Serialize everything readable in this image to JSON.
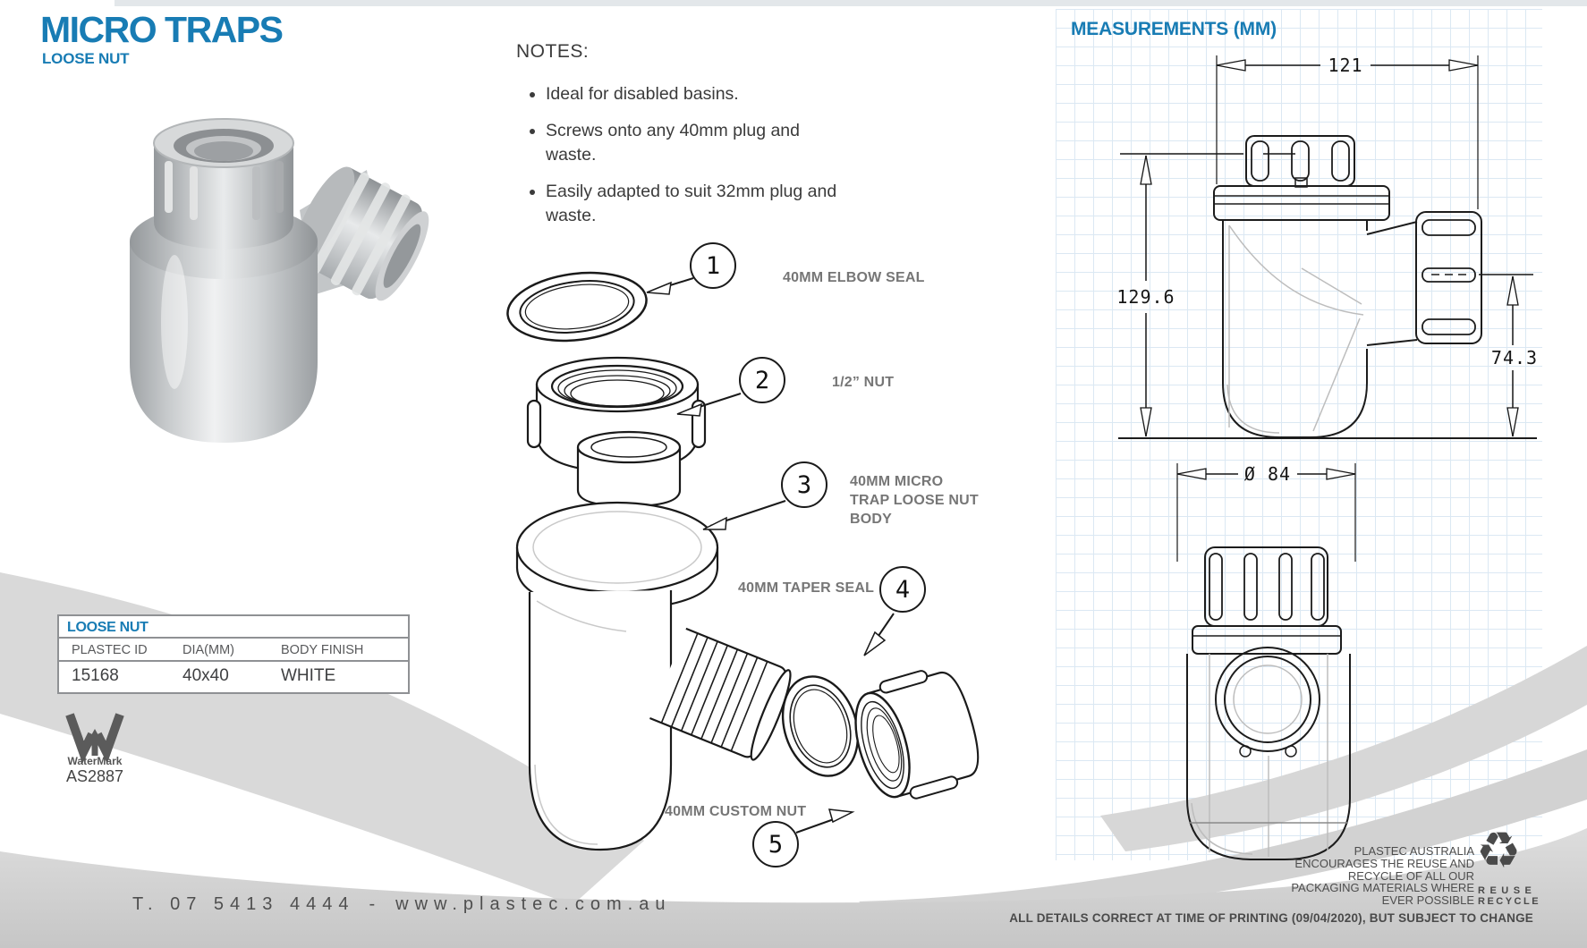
{
  "colors": {
    "accent": "#187cb4",
    "grid_line": "#dbe8f3",
    "swoosh_grey": "#d9d9d9"
  },
  "header": {
    "title": "MICRO TRAPS",
    "subtitle": "LOOSE NUT"
  },
  "notes": {
    "heading": "NOTES:",
    "items": [
      "Ideal for disabled basins.",
      "Screws onto any 40mm plug and waste.",
      "Easily adapted to suit 32mm plug and waste."
    ]
  },
  "exploded": {
    "parts": [
      {
        "num": "1",
        "label": "40MM ELBOW SEAL"
      },
      {
        "num": "2",
        "label": "1/2” NUT"
      },
      {
        "num": "3",
        "label": "40MM MICRO TRAP LOOSE NUT BODY"
      },
      {
        "num": "4",
        "label": "40MM TAPER SEAL"
      },
      {
        "num": "5",
        "label": "40MM CUSTOM NUT"
      }
    ]
  },
  "measurements": {
    "heading": "MEASUREMENTS (MM)",
    "overall_width": "121",
    "overall_height": "129.6",
    "outlet_height": "74.3",
    "body_diameter": "Ø 84"
  },
  "spec_table": {
    "title": "LOOSE NUT",
    "columns": [
      "PLASTEC ID",
      "DIA(MM)",
      "BODY FINISH"
    ],
    "rows": [
      [
        "15168",
        "40x40",
        "WHITE"
      ]
    ]
  },
  "certification": {
    "logo": "WaterMark",
    "standard": "AS2887"
  },
  "footer": {
    "phone": "T. 07 5413 4444",
    "separator": "-",
    "website": "www.plastec.com.au",
    "recycle_icon": "♻",
    "recycle_note_lines": [
      "PLASTEC AUSTRALIA",
      "ENCOURAGES THE REUSE AND",
      "RECYCLE OF ALL OUR",
      "PACKAGING MATERIALS WHERE",
      "EVER POSSIBLE"
    ],
    "reuse_label": "REUSE",
    "recycle_label": "RECYCLE",
    "disclaimer": "ALL DETAILS CORRECT AT TIME OF PRINTING (09/04/2020), BUT SUBJECT TO CHANGE"
  }
}
